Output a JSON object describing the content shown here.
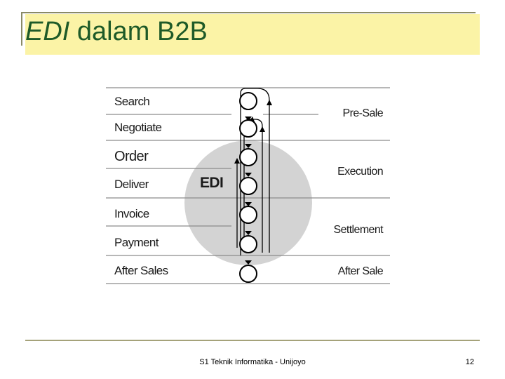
{
  "slide": {
    "title_em": "EDI",
    "title_rest": " dalam B2B",
    "footer_text": "S1 Teknik Informatika - Unijoyo",
    "page_number": "12"
  },
  "diagram": {
    "steps": [
      "Search",
      "Negotiate",
      "Order",
      "Deliver",
      "Invoice",
      "Payment",
      "After Sales"
    ],
    "phases": [
      "Pre-Sale",
      "Execution",
      "Settlement",
      "After Sale"
    ],
    "center_label": "EDI",
    "colors": {
      "circle_fill": "#d3d3d3",
      "line": "#888888",
      "stroke": "#000000"
    }
  }
}
